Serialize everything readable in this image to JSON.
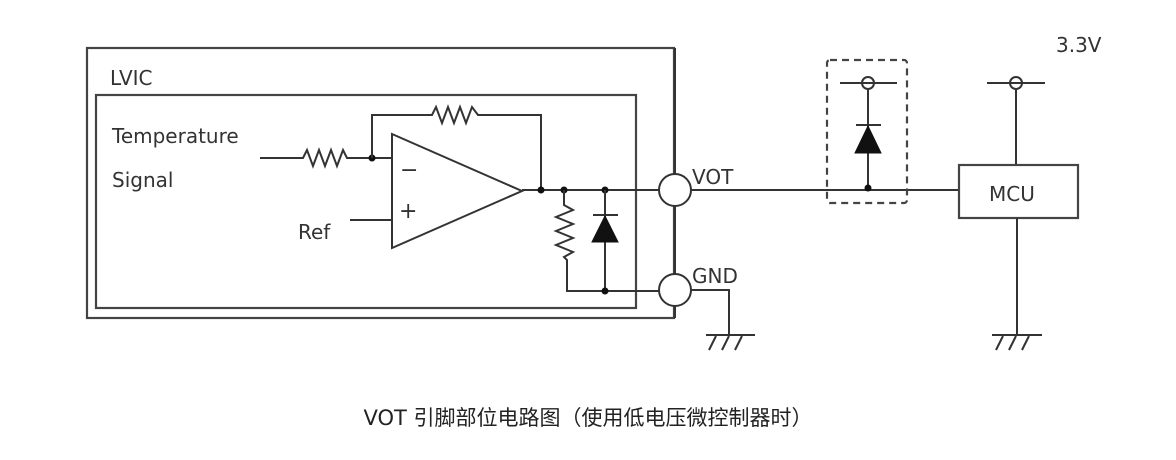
{
  "diagram": {
    "title": "VOT pin peripheral circuit",
    "labels": {
      "lvic": "LVIC",
      "temperature": "Temperature",
      "signal": "Signal",
      "ref": "Ref",
      "minus": "−",
      "plus": "+",
      "vot": "VOT",
      "gnd": "GND",
      "mcu": "MCU",
      "supply": "3.3V"
    },
    "components": [
      {
        "id": "input-resistor",
        "type": "resistor"
      },
      {
        "id": "feedback-resistor",
        "type": "resistor"
      },
      {
        "id": "op-amp",
        "type": "op-amp"
      },
      {
        "id": "pulldown-resistor",
        "type": "resistor"
      },
      {
        "id": "internal-clamp-diode",
        "type": "diode"
      },
      {
        "id": "external-clamp-diode",
        "type": "diode",
        "note": "optional (dashed box)"
      },
      {
        "id": "mcu",
        "type": "block"
      },
      {
        "id": "vot-pin",
        "type": "pin"
      },
      {
        "id": "gnd-pin",
        "type": "pin"
      }
    ],
    "caption": "VOT 引脚部位电路图（使用低电压微控制器时）"
  }
}
